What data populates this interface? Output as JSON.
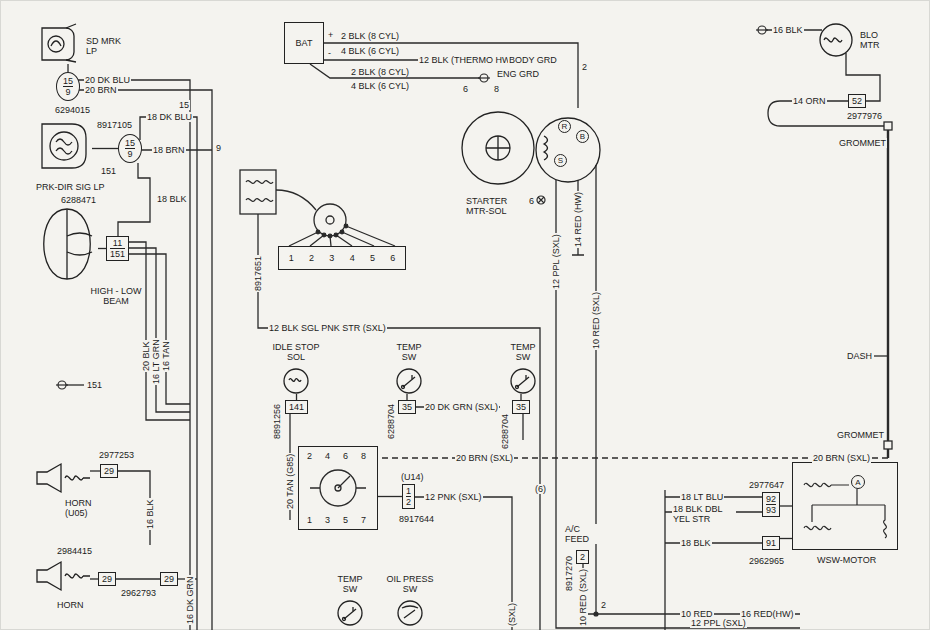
{
  "diagram": {
    "nodes": [
      {
        "text": [
          "SD MRK LP"
        ]
      },
      {
        "text": [
          "15",
          "9"
        ]
      },
      {
        "text": [
          "PRK-DIR SIG LP"
        ]
      },
      {
        "text": [
          "15",
          "9"
        ]
      },
      {
        "text": [
          "HIGH - LOW BEAM"
        ]
      },
      {
        "text": [
          "11",
          "151"
        ]
      },
      {
        "text": [
          "BAT"
        ]
      },
      {
        "text": [
          "STARTER MTR-SOL"
        ]
      },
      {
        "text": [
          "R"
        ],
        "in": 7
      },
      {
        "text": [
          "B"
        ],
        "in": 7
      },
      {
        "text": [
          "S"
        ],
        "in": 7
      },
      {
        "text": [
          "BLO MTR"
        ]
      },
      {
        "text": [
          "52"
        ]
      },
      {
        "text": [
          "1",
          "2",
          "3",
          "4",
          "5",
          "6"
        ]
      },
      {
        "text": [
          "IDLE STOP SOL"
        ]
      },
      {
        "text": [
          "141"
        ]
      },
      {
        "text": [
          "TEMP SW"
        ]
      },
      {
        "text": [
          "35"
        ]
      },
      {
        "text": [
          "TEMP SW"
        ]
      },
      {
        "text": [
          "35"
        ]
      },
      {
        "text": [
          "2",
          "4",
          "6",
          "8",
          "1",
          "3",
          "5",
          "7"
        ]
      },
      {
        "text": [
          "1",
          "2"
        ]
      },
      {
        "text": [
          "HORN (U05)"
        ]
      },
      {
        "text": [
          "29"
        ]
      },
      {
        "text": [
          "HORN"
        ]
      },
      {
        "text": [
          "29"
        ]
      },
      {
        "text": [
          "29"
        ]
      },
      {
        "text": [
          "2"
        ]
      },
      {
        "text": [
          "WSW-MOTOR"
        ]
      },
      {
        "text": [
          "92",
          "93"
        ]
      },
      {
        "text": [
          "91"
        ]
      },
      {
        "text": [
          "A"
        ],
        "in": 28
      },
      {
        "text": [
          "TEMP SW"
        ]
      },
      {
        "text": [
          "OIL PRESS SW"
        ]
      }
    ],
    "edges": [
      {
        "from": 0,
        "to": 1,
        "arrow": "none"
      },
      {
        "from": 2,
        "to": 3,
        "arrow": "none"
      },
      {
        "from": 3,
        "to": 5,
        "label": "18 BLK",
        "arrow": "none"
      },
      {
        "from": 4,
        "to": 5,
        "arrow": "none"
      },
      {
        "from": 6,
        "to": 7,
        "arrow": "none"
      },
      {
        "from": 11,
        "to": 12,
        "arrow": "none"
      },
      {
        "from": 14,
        "to": 15,
        "arrow": "none"
      },
      {
        "from": 16,
        "to": 17,
        "arrow": "none"
      },
      {
        "from": 18,
        "to": 19,
        "arrow": "none"
      },
      {
        "from": 20,
        "to": 21,
        "arrow": "none"
      },
      {
        "from": 22,
        "to": 23,
        "arrow": "none"
      },
      {
        "from": 24,
        "to": 25,
        "arrow": "none"
      },
      {
        "from": 25,
        "to": 26,
        "arrow": "none"
      },
      {
        "from": 29,
        "to": 28,
        "arrow": "none"
      },
      {
        "from": 30,
        "to": 28,
        "arrow": "none"
      }
    ],
    "labels": [
      "20 DK BLU",
      "20 BRN",
      "6294015",
      "8917105",
      "18 DK BLU",
      "18 BRN",
      "15",
      "9",
      "151",
      "6288471",
      "20 BLK",
      "16 LT GRN",
      "16 TAN",
      "151",
      "2977253",
      "16 BLK",
      "2984415",
      "2962793",
      "16 DK GRN",
      "-",
      "+",
      "2 BLK (8 CYL)",
      "4 BLK (6 CYL)",
      "12 BLK (THERMO HW)",
      "BODY GRD",
      "2 BLK (8 CYL)",
      "4 BLK (6 CYL)",
      "6",
      "8",
      "ENG GRD",
      "2",
      "6",
      "12 PPL (SXL)",
      "14 RED (HW)",
      "10 RED (SXL)",
      "8917651",
      "12 BLK SGL PNK STR (SXL)",
      "8891256",
      "20 TAN (G85)",
      "6288704",
      "20 DK GRN (SXL)",
      "6288704",
      "20 BRN (SXL)",
      "(U14)",
      "12 PNK (SXL)",
      "8917644",
      "(6)",
      "A/C FEED",
      "8917270",
      "10 RED (SXL)",
      "2",
      "(SXL)",
      "10 RED",
      "16 RED(HW)",
      "12 PPL (SXL)",
      "16 BLK",
      "14 ORN",
      "2977976",
      "GROMMET",
      "DASH",
      "GROMMET",
      "20 BRN (SXL)",
      "2977647",
      "18 LT BLU",
      "18 BLK DBL YEL STR",
      "18 BLK",
      "2962965"
    ]
  }
}
